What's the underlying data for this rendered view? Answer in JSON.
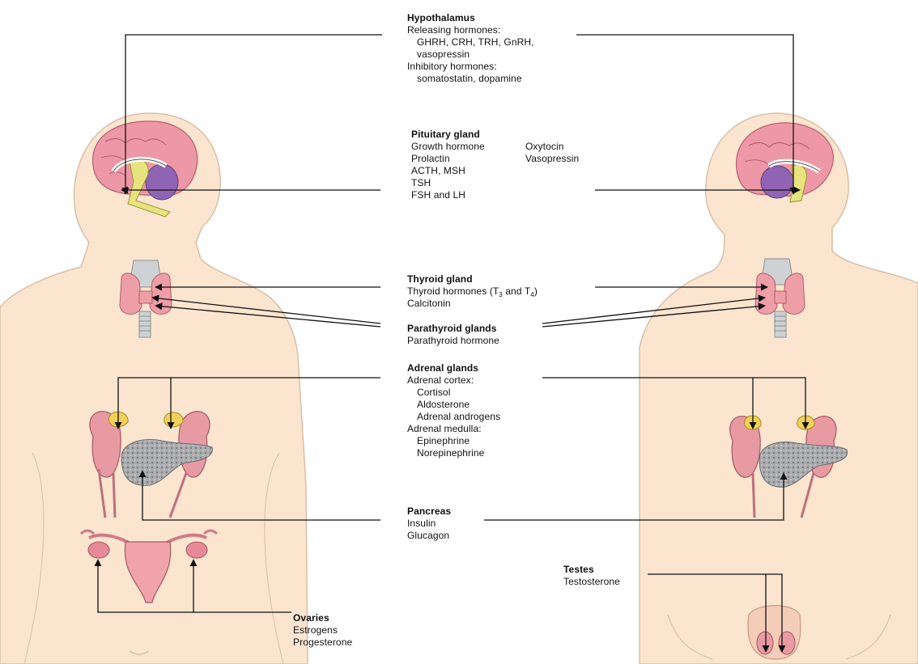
{
  "colors": {
    "skin": "#fbe5cf",
    "skin_outline": "#d9bfa6",
    "brain": "#ee97a6",
    "pituitary": "#8f64b5",
    "hypothalamus": "#e7e37f",
    "thyroid": "#ee9ea6",
    "trachea": "#cfd2d4",
    "kidney": "#e79aa2",
    "adrenal": "#f2d15a",
    "pancreas": "#a9abad",
    "uterus": "#f0a3ab",
    "arrow": "#111111"
  },
  "labels": {
    "hypothalamus": {
      "title": "Hypothalamus",
      "releasing": "Releasing hormones:",
      "releasing_list_1": "GHRH, CRH, TRH, GnRH,",
      "releasing_list_2": "vasopressin",
      "inhibitory": "Inhibitory hormones:",
      "inhibitory_list": "somatostatin, dopamine"
    },
    "pituitary": {
      "title": "Pituitary gland",
      "col1": [
        "Growth hormone",
        "Prolactin",
        "ACTH, MSH",
        "TSH",
        "FSH and LH"
      ],
      "col2": [
        "Oxytocin",
        "Vasopressin"
      ]
    },
    "thyroid": {
      "title": "Thyroid gland",
      "line1_prefix": "Thyroid hormones (T",
      "sub1": "3",
      "line1_mid": " and T",
      "sub2": "4",
      "line1_suffix": ")",
      "line2": "Calcitonin"
    },
    "parathyroid": {
      "title": "Parathyroid glands",
      "line1": "Parathyroid hormone"
    },
    "adrenal": {
      "title": "Adrenal glands",
      "cortex": "Adrenal cortex:",
      "cortex_items": [
        "Cortisol",
        "Aldosterone",
        "Adrenal androgens"
      ],
      "medulla": "Adrenal medulla:",
      "medulla_items": [
        "Epinephrine",
        "Norepinephrine"
      ]
    },
    "pancreas": {
      "title": "Pancreas",
      "items": [
        "Insulin",
        "Glucagon"
      ]
    },
    "testes": {
      "title": "Testes",
      "items": [
        "Testosterone"
      ]
    },
    "ovaries": {
      "title": "Ovaries",
      "items": [
        "Estrogens",
        "Progesterone"
      ]
    }
  }
}
